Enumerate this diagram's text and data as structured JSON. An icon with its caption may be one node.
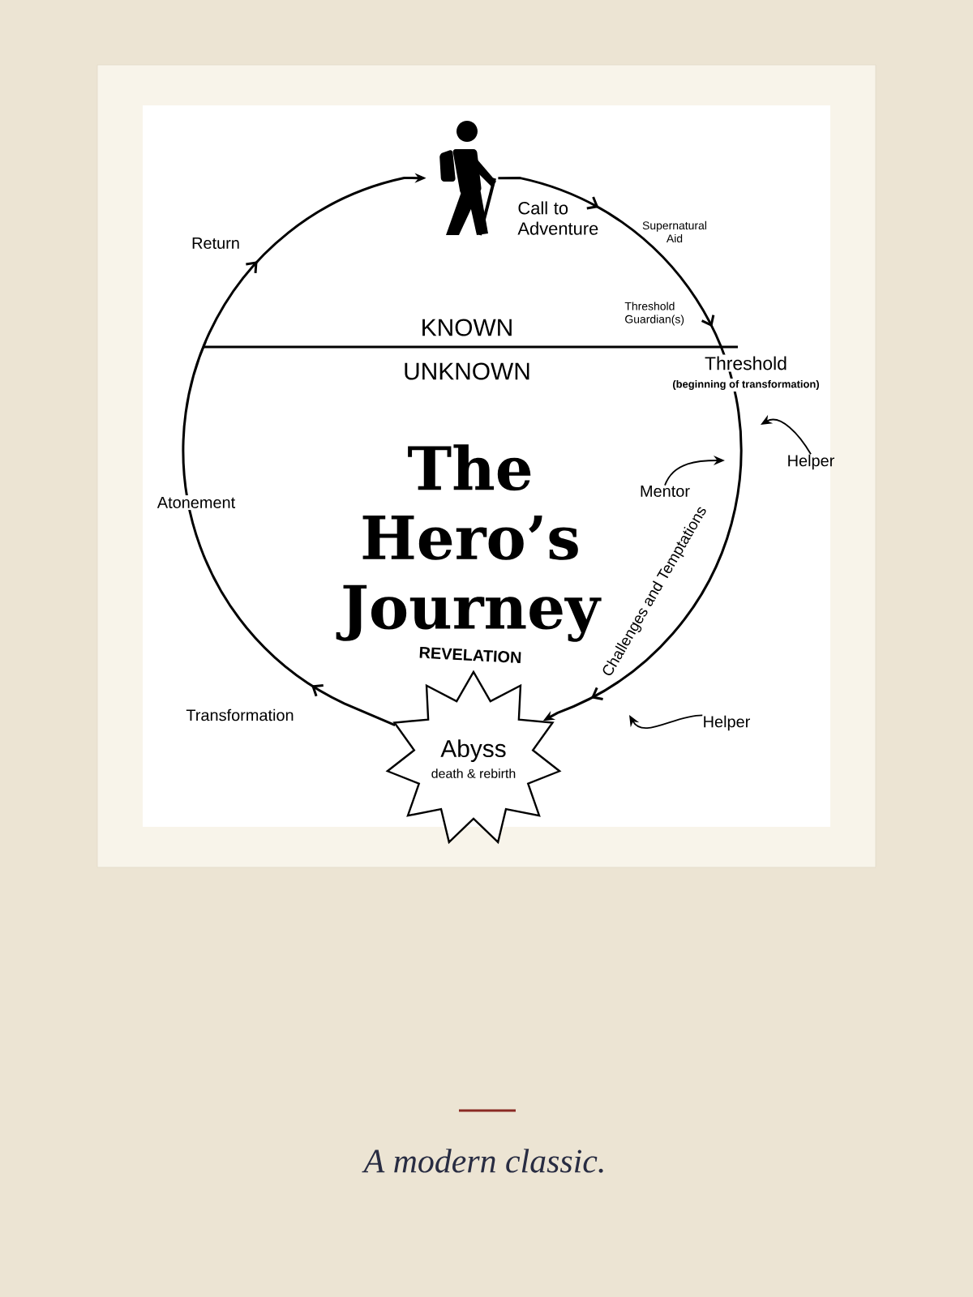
{
  "diagram": {
    "title": "The Hero’s Journey",
    "caption": "A modern classic.",
    "nodes": [
      {
        "text": [],
        "shape": "person"
      },
      {
        "text": [
          "Abyss",
          "death & rebirth"
        ]
      },
      {
        "text": [
          "Helper"
        ]
      },
      {
        "text": [
          "Mentor"
        ]
      },
      {
        "text": [
          "Helper"
        ]
      }
    ],
    "edges": [
      {
        "from": 0,
        "to": 1,
        "arrow": "to"
      },
      {
        "from": 1,
        "to": 0,
        "arrow": "to"
      },
      {
        "from": 2,
        "to": null,
        "arrow": "to"
      },
      {
        "from": 3,
        "to": null,
        "arrow": "to"
      },
      {
        "from": 4,
        "to": null,
        "arrow": "to"
      }
    ],
    "labels": [
      "Call to Adventure",
      "Supernatural Aid",
      "Return",
      "Threshold Guardian(s)",
      "KNOWN",
      "Threshold",
      "UNKNOWN",
      "(beginning of transformation)",
      "Atonement",
      "Challenges and Temptations",
      "Transformation",
      "REVELATION"
    ]
  }
}
